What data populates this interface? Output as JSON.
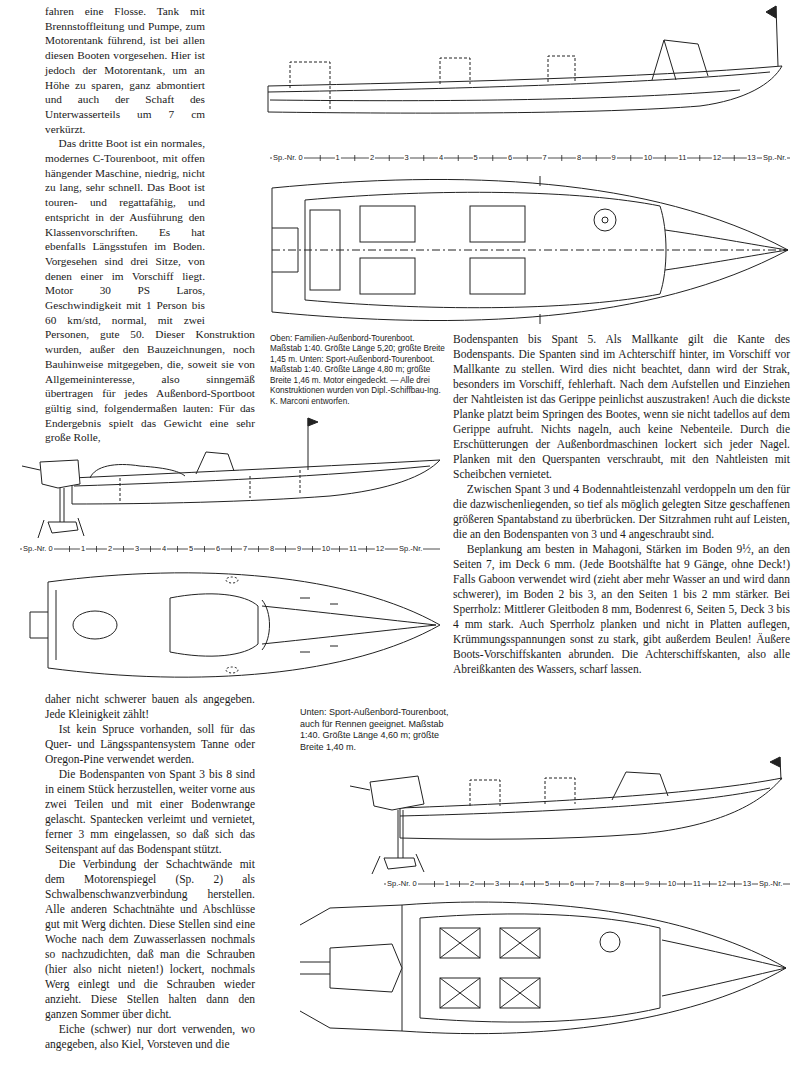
{
  "diagram": {
    "labels": [
      "fahren eine Flosse. Tank mit Brennstoffleitung und Pumpe, zum Motorentank führend, ist bei allen diesen Booten vorgesehen. Hier ist jedoch der Motorentank, um an Höhe zu sparen, ganz abmontiert und auch der Schaft des Unterwasserteils um 7 cm verkürzt.",
      "Das dritte Boot ist ein normales, modernes C-Tourenboot, mit offen hängender Maschine, niedrig, nicht zu lang, sehr schnell. Das Boot ist touren- und regattafähig, und entspricht in der Ausführung den Klassenvorschriften. Es hat ebenfalls Längsstufen im Boden. Vorgesehen sind drei Sitze, von denen einer im Vorschiff liegt. Motor 30 PS Laros, Geschwindigkeit mit 1 Person bis 60 km/std, normal, mit zwei Personen, gute 50. Dieser Konstruktion wurden, außer den Bauzeichnungen, noch Bauhinweise mitgegeben, die, soweit sie von Allgemeininteresse, also sinngemäß übertragen für jedes Außenbord-Sportboot gültig sind, folgendermaßen lauten: Für das Endergebnis spielt das Gewicht eine sehr große Rolle,",
      "Oben: Familien-Außenbord-Tourenboot. Maßstab 1:40. Größte Länge 5,20; größte Breite 1,45 m. Unten: Sport-Außenbord-Tourenboot. Maßstab 1:40. Größte Länge 4,80 m; größte Breite 1,46 m. Motor eingedeckt. — Alle drei Konstruktionen wurden von Dipl.-Schiffbau-Ing. K. Marconi entworfen.",
      "Bodenspanten bis Spant 5. Als Mallkante gilt die Kante des Bodenspants. Die Spanten sind im Achterschiff hinter, im Vorschiff vor Mallkante zu stellen. Wird dies nicht beachtet, dann wird der Strak, besonders im Vorschiff, fehlerhaft. Nach dem Aufstellen und Einziehen der Nahtleisten ist das Gerippe peinlichst auszustraken! Auch die dickste Planke platzt beim Springen des Bootes, wenn sie nicht tadellos auf dem Gerippe aufruht. Nichts nageln, auch keine Nebenteile. Durch die Erschütterungen der Außenbordmaschinen lockert sich jeder Nagel. Planken mit den Querspanten verschraubt, mit den Nahtleisten mit Scheibchen vernietet.",
      "Zwischen Spant 3 und 4 Bodennahtleistenzahl verdoppeln um den für die dazwischenliegenden, so tief als möglich gelegten Sitze geschaffenen größeren Spantabstand zu überbrücken. Der Sitzrahmen ruht auf Leisten, die an den Bodenspanten von 3 und 4 angeschraubt sind.",
      "Beplankung am besten in Mahagoni, Stärken im Boden 9½, an den Seiten 7, im Deck 6 mm. (Jede Bootshälfte hat 9 Gänge, ohne Deck!) Falls Gaboon verwendet wird (zieht aber mehr Wasser an und wird dann schwerer), im Boden 2 bis 3, an den Seiten 1 bis 2 mm stärker. Bei Sperrholz: Mittlerer Gleitboden 8 mm, Bodenrest 6, Seiten 5, Deck 3 bis 4 mm stark. Auch Sperrholz planken und nicht in Platten auflegen, Krümmungsspannungen sonst zu stark, gibt außerdem Beulen! Äußere Boots-Vorschiffskanten abrunden. Die Achterschiffskanten, also alle Abreißkanten des Wassers, scharf lassen.",
      "Unten: Sport-Außenbord-Tourenboot, auch für Rennen geeignet. Maßstab 1:40. Größte Länge 4,60 m; größte Breite 1,40 m.",
      "daher nicht schwerer bauen als angegeben. Jede Kleinigkeit zählt!",
      "Ist kein Spruce vorhanden, soll für das Quer- und Längsspantensystem Tanne oder Oregon-Pine verwendet werden.",
      "Die Bodenspanten von Spant 3 bis 8 sind in einem Stück herzustellen, weiter vorne aus zwei Teilen und mit einer Bodenwrange gelascht. Spantecken verleimt und vernietet, ferner 3 mm eingelassen, so daß sich das Seitenspant auf das Bodenspant stützt.",
      "Die Verbindung der Schachtwände mit dem Motorenspiegel (Sp. 2) als Schwalbenschwanzverbindung herstellen. Alle anderen Schachtnähte und Abschlüsse gut mit Werg dichten. Diese Stellen sind eine Woche nach dem Zuwasserlassen nochmals so nachzudichten, daß man die Schrauben (hier also nicht nieten!) lockert, nochmals Werg einlegt und die Schrauben wieder anzieht. Diese Stellen halten dann den ganzen Sommer über dicht.",
      "Eiche (schwer) nur dort verwenden, wo angegeben, also Kiel, Vorsteven und die",
      "Sp.-Nr. 0",
      "1",
      "2",
      "3",
      "4",
      "5",
      "6",
      "7",
      "8",
      "9",
      "10",
      "11",
      "12",
      "13",
      "Sp.-Nr.",
      "Sp.-Nr. 0",
      "1",
      "2",
      "3",
      "4",
      "5",
      "6",
      "7",
      "8",
      "9",
      "10",
      "11",
      "12",
      "Sp.-Nr.",
      "Sp.-Nr. 0",
      "1",
      "2",
      "3",
      "4",
      "5",
      "6",
      "7",
      "8",
      "9",
      "10",
      "11",
      "12",
      "13",
      "Sp.-Nr."
    ]
  }
}
